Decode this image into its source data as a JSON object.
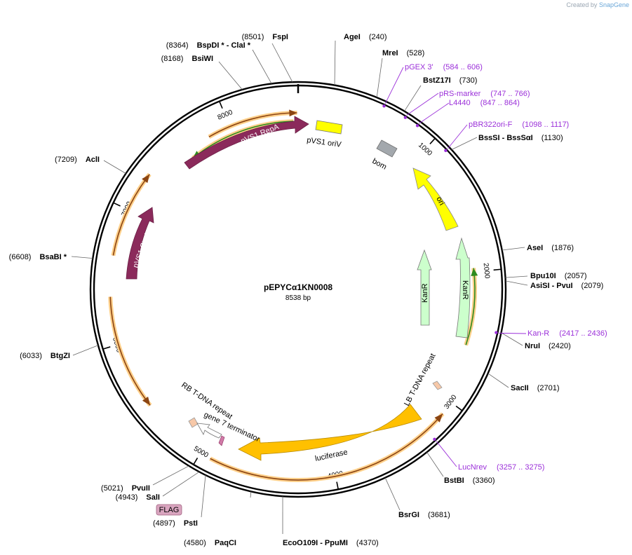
{
  "credit": {
    "prefix": "Created by",
    "brand": "SnapGene"
  },
  "plasmid": {
    "name": "pEPYCα1KN0008",
    "length_label": "8538 bp",
    "length": 8538
  },
  "ticks": [
    {
      "pos": 1000,
      "label": "1000"
    },
    {
      "pos": 2000,
      "label": "2000"
    },
    {
      "pos": 3000,
      "label": "3000"
    },
    {
      "pos": 4000,
      "label": "4000"
    },
    {
      "pos": 5000,
      "label": "5000"
    },
    {
      "pos": 6000,
      "label": "6000"
    },
    {
      "pos": 7000,
      "label": "7000"
    },
    {
      "pos": 8000,
      "label": "8000"
    }
  ],
  "enzymes": [
    {
      "name": "AgeI",
      "pos": "(240)",
      "anchor": 240,
      "order": "name-first"
    },
    {
      "name": "MreI",
      "pos": "(528)",
      "anchor": 528,
      "order": "name-first"
    },
    {
      "name": "BstZ17I",
      "pos": "(730)",
      "anchor": 730,
      "order": "name-first"
    },
    {
      "name": "BssSI  -  BssSαI",
      "pos": "(1130)",
      "anchor": 1130,
      "order": "name-first"
    },
    {
      "name": "AseI",
      "pos": "(1876)",
      "anchor": 1876,
      "order": "name-first"
    },
    {
      "name": "Bpu10I",
      "pos": "(2057)",
      "anchor": 2057,
      "order": "name-first"
    },
    {
      "name": "AsiSI  -  PvuI",
      "pos": "(2079)",
      "anchor": 2079,
      "order": "name-first"
    },
    {
      "name": "NruI",
      "pos": "(2420)",
      "anchor": 2420,
      "order": "name-first"
    },
    {
      "name": "SacII",
      "pos": "(2701)",
      "anchor": 2701,
      "order": "name-first"
    },
    {
      "name": "BstBI",
      "pos": "(3360)",
      "anchor": 3360,
      "order": "name-first"
    },
    {
      "name": "BsrGI",
      "pos": "(3681)",
      "anchor": 3681,
      "order": "name-first"
    },
    {
      "name": "EcoO109I  -  PpuMI",
      "pos": "(4370)",
      "anchor": 4370,
      "order": "name-first"
    },
    {
      "name": "PaqCI",
      "pos": "(4580)",
      "anchor": 4580,
      "order": "pos-first"
    },
    {
      "name": "PstI",
      "pos": "(4897)",
      "anchor": 4897,
      "order": "pos-first"
    },
    {
      "name": "SalI",
      "pos": "(4943)",
      "anchor": 4943,
      "order": "pos-first"
    },
    {
      "name": "PvuII",
      "pos": "(5021)",
      "anchor": 5021,
      "order": "pos-first"
    },
    {
      "name": "BtgZI",
      "pos": "(6033)",
      "anchor": 6033,
      "order": "pos-first"
    },
    {
      "name": "BsaBI *",
      "pos": "(6608)",
      "anchor": 6608,
      "order": "pos-first"
    },
    {
      "name": "AclI",
      "pos": "(7209)",
      "anchor": 7209,
      "order": "pos-first"
    },
    {
      "name": "BsiWI",
      "pos": "(8168)",
      "anchor": 8168,
      "order": "pos-first"
    },
    {
      "name": "BspDI *  -  ClaI *",
      "pos": "(8364)",
      "anchor": 8364,
      "order": "pos-first"
    },
    {
      "name": "FspI",
      "pos": "(8501)",
      "anchor": 8501,
      "order": "pos-first"
    }
  ],
  "primers": [
    {
      "name": "pGEX 3'",
      "range": "(584 .. 606)",
      "anchor": 595
    },
    {
      "name": "pRS-marker",
      "range": "(747 .. 766)",
      "anchor": 757
    },
    {
      "name": "L4440",
      "range": "(847 .. 864)",
      "anchor": 855
    },
    {
      "name": "pBR322ori-F",
      "range": "(1098 .. 1117)",
      "anchor": 1108
    },
    {
      "name": "Kan-R",
      "range": "(2417 .. 2436)",
      "anchor": 2426
    },
    {
      "name": "LucNrev",
      "range": "(3257 .. 3275)",
      "anchor": 3266
    }
  ],
  "features": [
    {
      "name": "pVS1 RepA",
      "color": "#8b2a5b"
    },
    {
      "name": "pVS1 StaA",
      "color": "#8b2a5b"
    },
    {
      "name": "pVS1 oriV",
      "color": "#ffff00"
    },
    {
      "name": "bom",
      "color": "#a3a8ad"
    },
    {
      "name": "ori",
      "color": "#ffff00"
    },
    {
      "name": "KanR",
      "color": "#ccffcc"
    },
    {
      "name": "KanR",
      "color": "#ccffcc"
    },
    {
      "name": "LB T-DNA repeat",
      "color": "#f7c8a8"
    },
    {
      "name": "luciferase",
      "color": "#ffc000"
    },
    {
      "name": "RB T-DNA repeat",
      "color": "#f7c8a8"
    },
    {
      "name": "gene 7 terminator",
      "color": "#ffffff"
    },
    {
      "name": "FLAG",
      "color": "#d9a5bf"
    }
  ],
  "colors": {
    "orf_fill": "#ffd08a",
    "orf_line": "#8b4513",
    "orf_green": "#2e8b1f",
    "primer": "#9b30d9"
  }
}
